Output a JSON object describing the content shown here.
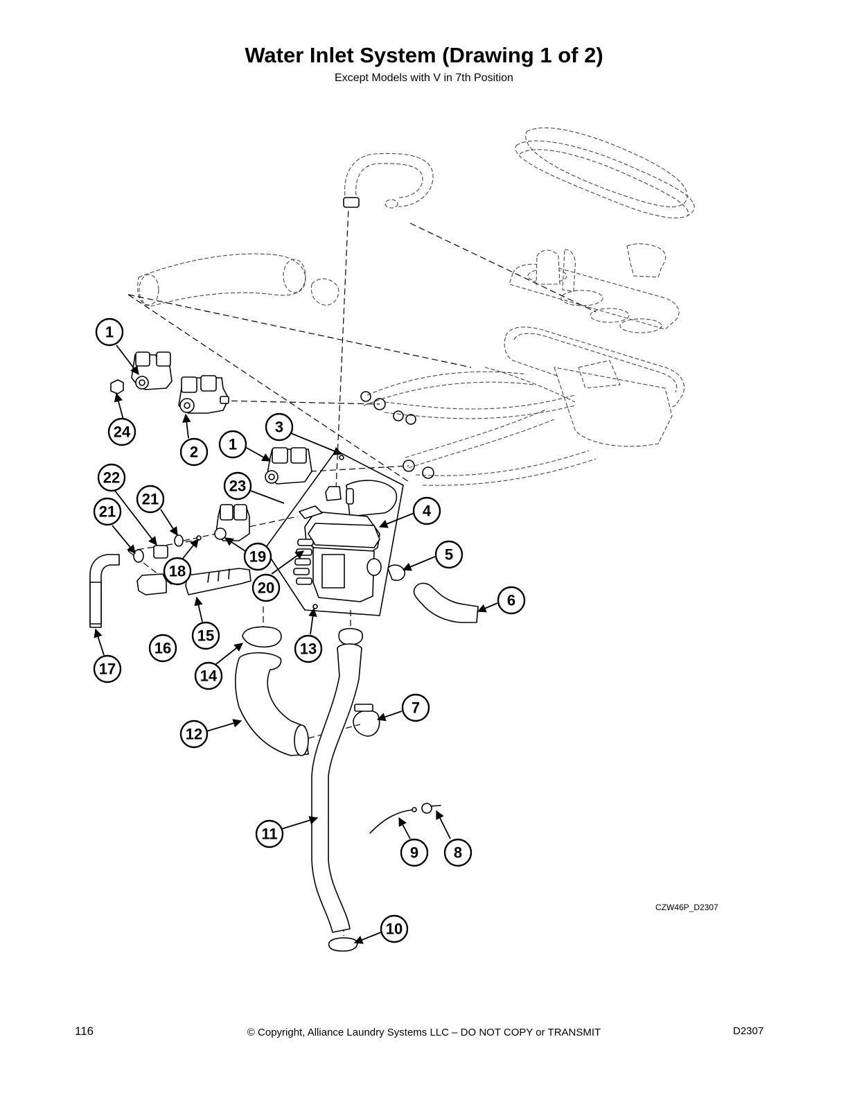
{
  "header": {
    "title": "Water Inlet System (Drawing 1 of 2)",
    "subtitle": "Except Models with V in 7th Position"
  },
  "drawing": {
    "code": "CZW46P_D2307",
    "callouts": [
      "1",
      "24",
      "2",
      "3",
      "1",
      "22",
      "21",
      "21",
      "23",
      "4",
      "19",
      "18",
      "5",
      "20",
      "6",
      "17",
      "16",
      "15",
      "13",
      "14",
      "7",
      "12",
      "11",
      "9",
      "8",
      "10"
    ]
  },
  "footer": {
    "page_number": "116",
    "copyright": "© Copyright, Alliance Laundry Systems LLC – DO NOT COPY or TRANSMIT",
    "doc_code": "D2307"
  }
}
